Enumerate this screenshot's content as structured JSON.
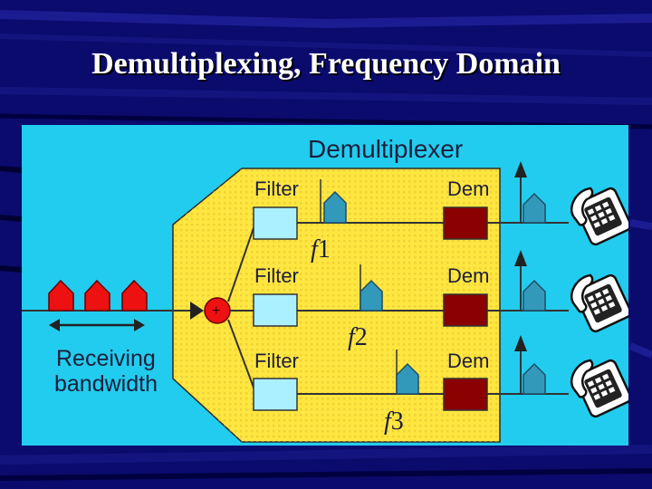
{
  "slide": {
    "title": "Demultiplexing, Frequency Domain"
  },
  "diagram": {
    "title": "Demultiplexer",
    "receiving_label_line1": "Receiving",
    "receiving_label_line2": "bandwidth",
    "adder_symbol": "+",
    "channels": [
      {
        "filter_label": "Filter",
        "dem_label": "Dem",
        "freq_letter": "f",
        "freq_index": "1"
      },
      {
        "filter_label": "Filter",
        "dem_label": "Dem",
        "freq_letter": "f",
        "freq_index": "2"
      },
      {
        "filter_label": "Filter",
        "dem_label": "Dem",
        "freq_letter": "f",
        "freq_index": "3"
      }
    ]
  },
  "colors": {
    "background": "#0b0b6e",
    "panel": "#22ccee",
    "demux_body": "#ffe640",
    "signal_red": "#ee1111",
    "filter_box": "#aaf0ff",
    "dem_box": "#8b0000",
    "signal_blue": "#3399bb"
  }
}
